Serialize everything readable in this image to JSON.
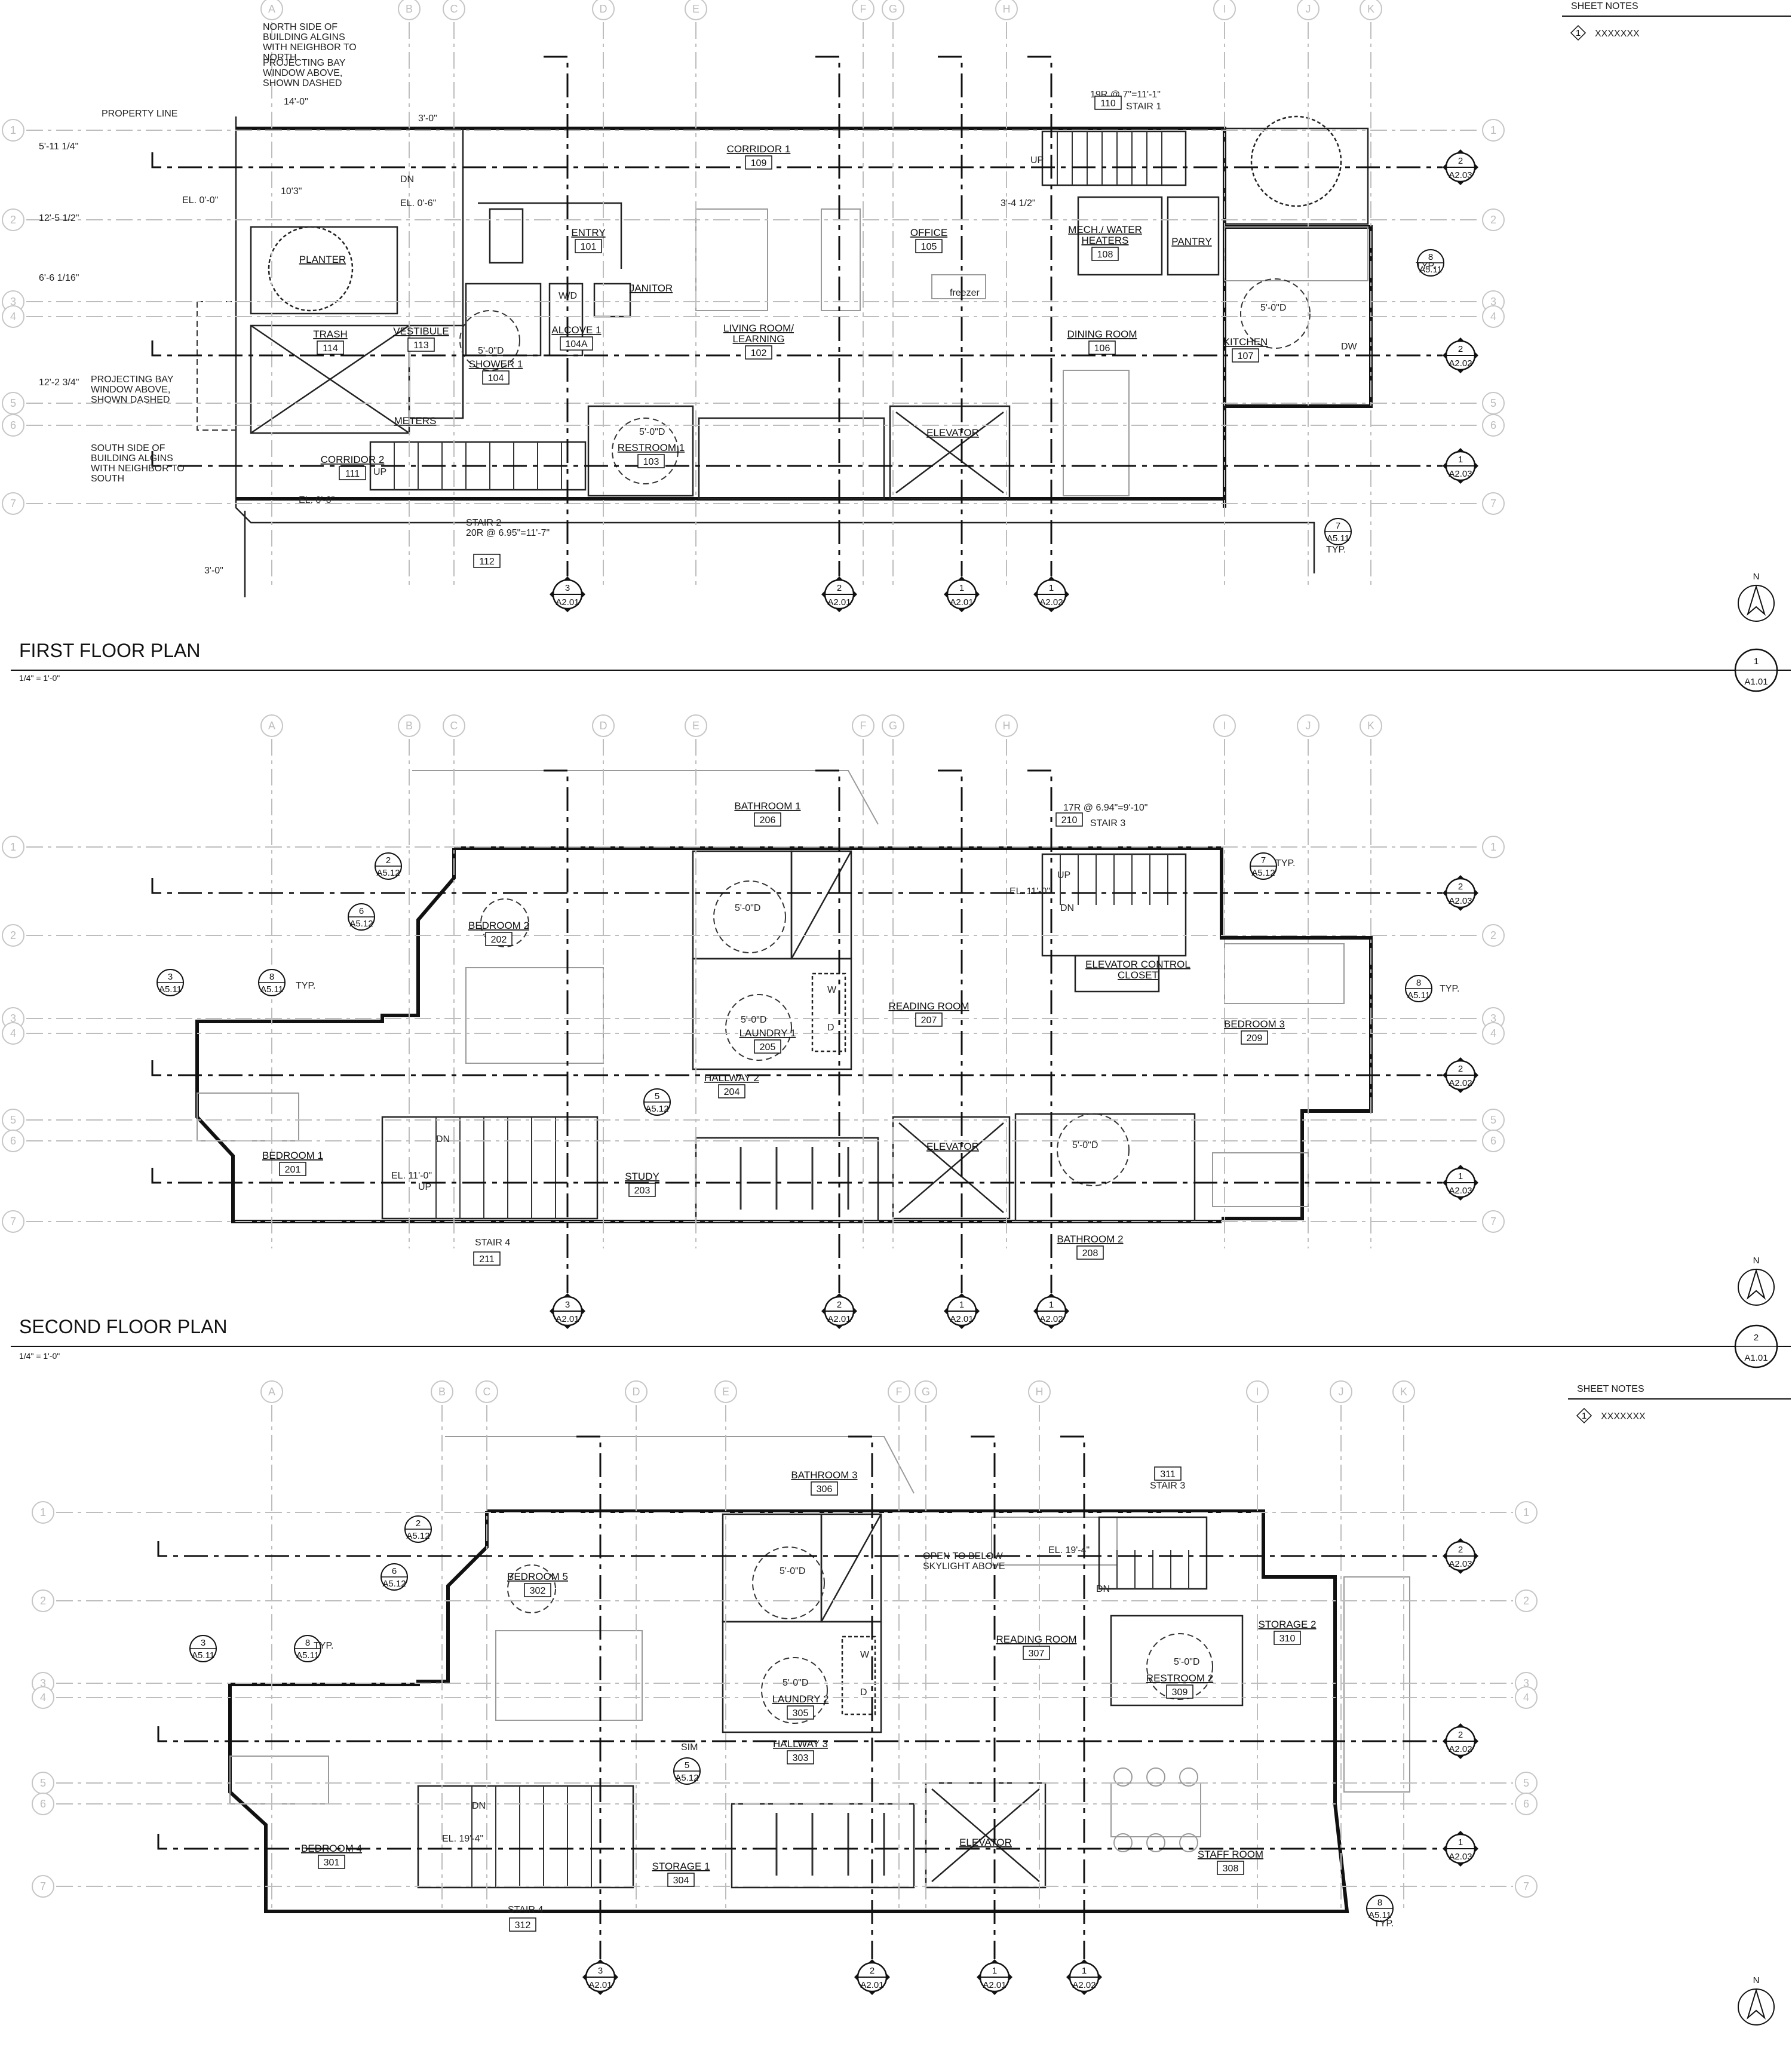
{
  "sheet_notes": [
    {
      "title": "SHEET NOTES",
      "items": [
        {
          "tag": "1",
          "text": "XXXXXXX"
        }
      ]
    },
    {
      "title": "SHEET NOTES",
      "items": [
        {
          "tag": "1",
          "text": "XXXXXXX"
        }
      ]
    }
  ],
  "grid": {
    "columns": [
      "A",
      "B",
      "C",
      "D",
      "E",
      "F",
      "G",
      "H",
      "I",
      "J",
      "K"
    ],
    "rows": [
      "1",
      "2",
      "3",
      "4",
      "5",
      "6",
      "7"
    ]
  },
  "plans": [
    {
      "title": "FIRST FLOOR PLAN",
      "scale": "1/4\" = 1'-0\"",
      "drawing_number": "1",
      "sheet_ref": "A1.01",
      "rooms": [
        {
          "name": "CORRIDOR 1",
          "number": "109"
        },
        {
          "name": "ENTRY",
          "number": "101"
        },
        {
          "name": "OFFICE",
          "number": "105"
        },
        {
          "name": "MECH./ WATER HEATERS",
          "number": "108"
        },
        {
          "name": "PANTRY",
          "number": ""
        },
        {
          "name": "JANITOR",
          "number": ""
        },
        {
          "name": "LIVING ROOM/ LEARNING",
          "number": "102"
        },
        {
          "name": "DINING ROOM",
          "number": "106"
        },
        {
          "name": "KITCHEN",
          "number": "107"
        },
        {
          "name": "TRASH",
          "number": "114"
        },
        {
          "name": "VESTIBULE",
          "number": "113"
        },
        {
          "name": "SHOWER 1",
          "number": "104"
        },
        {
          "name": "ALCOVE 1",
          "number": "104A"
        },
        {
          "name": "PLANTER",
          "number": ""
        },
        {
          "name": "METERS",
          "number": ""
        },
        {
          "name": "CORRIDOR 2",
          "number": "111"
        },
        {
          "name": "RESTROOM 1",
          "number": "103"
        },
        {
          "name": "ELEVATOR",
          "number": ""
        }
      ],
      "notes": [
        "NORTH SIDE OF BUILDING ALGINS WITH NEIGHBOR TO NORTH",
        "PROJECTING BAY WINDOW ABOVE, SHOWN DASHED",
        "PROPERTY LINE",
        "PROJECTING BAY WINDOW ABOVE, SHOWN DASHED",
        "SOUTH SIDE OF BUILDING ALGINS WITH NEIGHBOR TO SOUTH",
        "19R @ 7\"=11'-1\"",
        "STAIR 1",
        "STAIR 2",
        "20R @ 6.95\"=11'-7\"",
        "EL. 0'-0\"",
        "EL. 0'-6\"",
        "EL. 0'-0\"",
        "14'-0\"",
        "3'-0\"",
        "10'3\"",
        "3'-0\"",
        "5'-11 1/4\"",
        "12'-5 1/2\"",
        "6'-6 1/16\"",
        "12'-2 3/4\"",
        "TYP.",
        "TYP.",
        "DW",
        "UP",
        "UP",
        "DN",
        "freezer",
        "W/D",
        "5'-0\"D",
        "5'-0\"D",
        "5'-0\"D",
        "3'-4 1/2\""
      ],
      "room_tags": [
        "110",
        "112"
      ],
      "section_marks": [
        {
          "num": "3",
          "sheet": "A2.01"
        },
        {
          "num": "2",
          "sheet": "A2.01"
        },
        {
          "num": "1",
          "sheet": "A2.01"
        },
        {
          "num": "1",
          "sheet": "A2.02"
        }
      ],
      "elev_marks": [
        {
          "num": "2",
          "sheet": "A2.03"
        },
        {
          "num": "2",
          "sheet": "A2.02"
        },
        {
          "num": "1",
          "sheet": "A2.03"
        }
      ],
      "detail_tags": [
        {
          "num": "8",
          "sheet": "A5.11"
        },
        {
          "num": "7",
          "sheet": "A5.11"
        }
      ]
    },
    {
      "title": "SECOND FLOOR PLAN",
      "scale": "1/4\" = 1'-0\"",
      "drawing_number": "2",
      "sheet_ref": "A1.01",
      "rooms": [
        {
          "name": "BATHROOM 1",
          "number": "206"
        },
        {
          "name": "BEDROOM 2",
          "number": "202"
        },
        {
          "name": "READING ROOM",
          "number": "207"
        },
        {
          "name": "LAUNDRY 1",
          "number": "205"
        },
        {
          "name": "HALLWAY 2",
          "number": "204"
        },
        {
          "name": "BEDROOM 3",
          "number": "209"
        },
        {
          "name": "BEDROOM 1",
          "number": "201"
        },
        {
          "name": "STUDY",
          "number": "203"
        },
        {
          "name": "ELEVATOR",
          "number": ""
        },
        {
          "name": "BATHROOM 2",
          "number": "208"
        },
        {
          "name": "ELEVATOR CONTROL CLOSET",
          "number": ""
        }
      ],
      "notes": [
        "17R @ 6.94\"=9'-10\"",
        "STAIR 3",
        "STAIR 4",
        "EL. 11'-0\"",
        "EL. 11'-0\"",
        "TYP.",
        "TYP.",
        "TYP.",
        "UP",
        "UP",
        "DN",
        "DN",
        "5'-0\"D",
        "5'-0\"D",
        "5'-0\"D",
        "W",
        "D"
      ],
      "room_tags": [
        "210",
        "211"
      ],
      "section_marks": [
        {
          "num": "3",
          "sheet": "A2.01"
        },
        {
          "num": "2",
          "sheet": "A2.01"
        },
        {
          "num": "1",
          "sheet": "A2.01"
        },
        {
          "num": "1",
          "sheet": "A2.02"
        }
      ],
      "elev_marks": [
        {
          "num": "2",
          "sheet": "A2.03"
        },
        {
          "num": "2",
          "sheet": "A2.02"
        },
        {
          "num": "1",
          "sheet": "A2.03"
        }
      ],
      "detail_tags": [
        {
          "num": "2",
          "sheet": "A5.12"
        },
        {
          "num": "6",
          "sheet": "A5.12"
        },
        {
          "num": "3",
          "sheet": "A5.11"
        },
        {
          "num": "8",
          "sheet": "A5.11"
        },
        {
          "num": "7",
          "sheet": "A5.12"
        },
        {
          "num": "8",
          "sheet": "A5.11"
        },
        {
          "num": "5",
          "sheet": "A5.12"
        }
      ]
    },
    {
      "title": "",
      "scale": "",
      "drawing_number": "",
      "sheet_ref": "",
      "rooms": [
        {
          "name": "BATHROOM 3",
          "number": "306"
        },
        {
          "name": "BEDROOM 5",
          "number": "302"
        },
        {
          "name": "READING ROOM",
          "number": "307"
        },
        {
          "name": "LAUNDRY 2",
          "number": "305"
        },
        {
          "name": "HALLWAY 3",
          "number": "303"
        },
        {
          "name": "RESTROOM 2",
          "number": "309"
        },
        {
          "name": "STORAGE 2",
          "number": "310"
        },
        {
          "name": "BEDROOM 4",
          "number": "301"
        },
        {
          "name": "STORAGE 1",
          "number": "304"
        },
        {
          "name": "ELEVATOR",
          "number": ""
        },
        {
          "name": "STAFF ROOM",
          "number": "308"
        }
      ],
      "notes": [
        "OPEN TO BELOW SKYLIGHT ABOVE",
        "STAIR 3",
        "STAIR 4",
        "EL. 19'-4\"",
        "EL. 19'-4\"",
        "SIM",
        "TYP.",
        "TYP.",
        "DN",
        "DN",
        "5'-0\"D",
        "5'-0\"D",
        "5'-0\"D",
        "W",
        "D"
      ],
      "room_tags": [
        "311",
        "312"
      ],
      "section_marks": [
        {
          "num": "3",
          "sheet": "A2.01"
        },
        {
          "num": "2",
          "sheet": "A2.01"
        },
        {
          "num": "1",
          "sheet": "A2.01"
        },
        {
          "num": "1",
          "sheet": "A2.02"
        }
      ],
      "elev_marks": [
        {
          "num": "2",
          "sheet": "A2.03"
        },
        {
          "num": "2",
          "sheet": "A2.02"
        },
        {
          "num": "1",
          "sheet": "A2.03"
        }
      ],
      "detail_tags": [
        {
          "num": "2",
          "sheet": "A5.12"
        },
        {
          "num": "6",
          "sheet": "A5.12"
        },
        {
          "num": "3",
          "sheet": "A5.11"
        },
        {
          "num": "8",
          "sheet": "A5.11"
        },
        {
          "num": "5",
          "sheet": "A5.12"
        },
        {
          "num": "8",
          "sheet": "A5.11"
        }
      ]
    }
  ],
  "north_label": "N",
  "icons": [
    "north-arrow-icon",
    "section-marker-icon",
    "grid-bubble-icon",
    "tree-icon",
    "door-swing-icon",
    "toilet-icon",
    "sink-icon"
  ]
}
